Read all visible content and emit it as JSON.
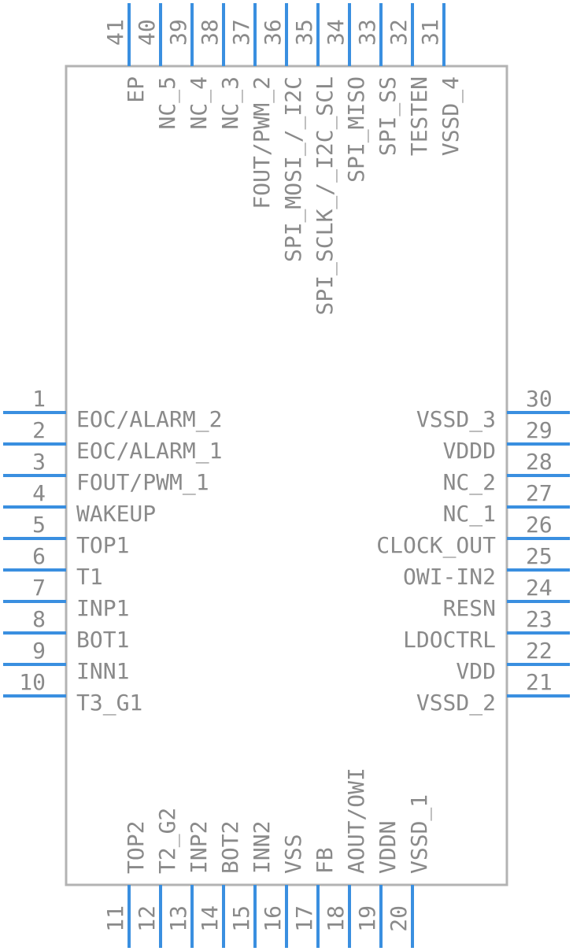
{
  "component": {
    "body_color": "#b3b3b3",
    "pin_color": "#3a8fe0",
    "text_color": "#8a8a8a"
  },
  "pins": {
    "left": [
      {
        "num": "1",
        "name": "EOC/ALARM_2"
      },
      {
        "num": "2",
        "name": "EOC/ALARM_1"
      },
      {
        "num": "3",
        "name": "FOUT/PWM_1"
      },
      {
        "num": "4",
        "name": "WAKEUP"
      },
      {
        "num": "5",
        "name": "TOP1"
      },
      {
        "num": "6",
        "name": "T1"
      },
      {
        "num": "7",
        "name": "INP1"
      },
      {
        "num": "8",
        "name": "BOT1"
      },
      {
        "num": "9",
        "name": "INN1"
      },
      {
        "num": "10",
        "name": "T3_G1"
      }
    ],
    "bottom": [
      {
        "num": "11",
        "name": "TOP2"
      },
      {
        "num": "12",
        "name": "T2_G2"
      },
      {
        "num": "13",
        "name": "INP2"
      },
      {
        "num": "14",
        "name": "BOT2"
      },
      {
        "num": "15",
        "name": "INN2"
      },
      {
        "num": "16",
        "name": "VSS"
      },
      {
        "num": "17",
        "name": "FB"
      },
      {
        "num": "18",
        "name": "AOUT/OWI"
      },
      {
        "num": "19",
        "name": "VDDN"
      },
      {
        "num": "20",
        "name": "VSSD_1"
      }
    ],
    "right": [
      {
        "num": "30",
        "name": "VSSD_3"
      },
      {
        "num": "29",
        "name": "VDDD"
      },
      {
        "num": "28",
        "name": "NC_2"
      },
      {
        "num": "27",
        "name": "NC_1"
      },
      {
        "num": "26",
        "name": "CLOCK_OUT"
      },
      {
        "num": "25",
        "name": "OWI-IN2"
      },
      {
        "num": "24",
        "name": "RESN"
      },
      {
        "num": "23",
        "name": "LDOCTRL"
      },
      {
        "num": "22",
        "name": "VDD"
      },
      {
        "num": "21",
        "name": "VSSD_2"
      }
    ],
    "top": [
      {
        "num": "41",
        "name": "EP"
      },
      {
        "num": "40",
        "name": "NC_5"
      },
      {
        "num": "39",
        "name": "NC_4"
      },
      {
        "num": "38",
        "name": "NC_3"
      },
      {
        "num": "37",
        "name": "FOUT/PWM_2"
      },
      {
        "num": "36",
        "name": "SPI_MOSI_/_I2C"
      },
      {
        "num": "35",
        "name": "SPI_SCLK_/_I2C_SCL"
      },
      {
        "num": "34",
        "name": "SPI_MISO"
      },
      {
        "num": "33",
        "name": "SPI_SS"
      },
      {
        "num": "32",
        "name": "TESTEN"
      },
      {
        "num": "31",
        "name": "VSSD_4"
      }
    ]
  }
}
